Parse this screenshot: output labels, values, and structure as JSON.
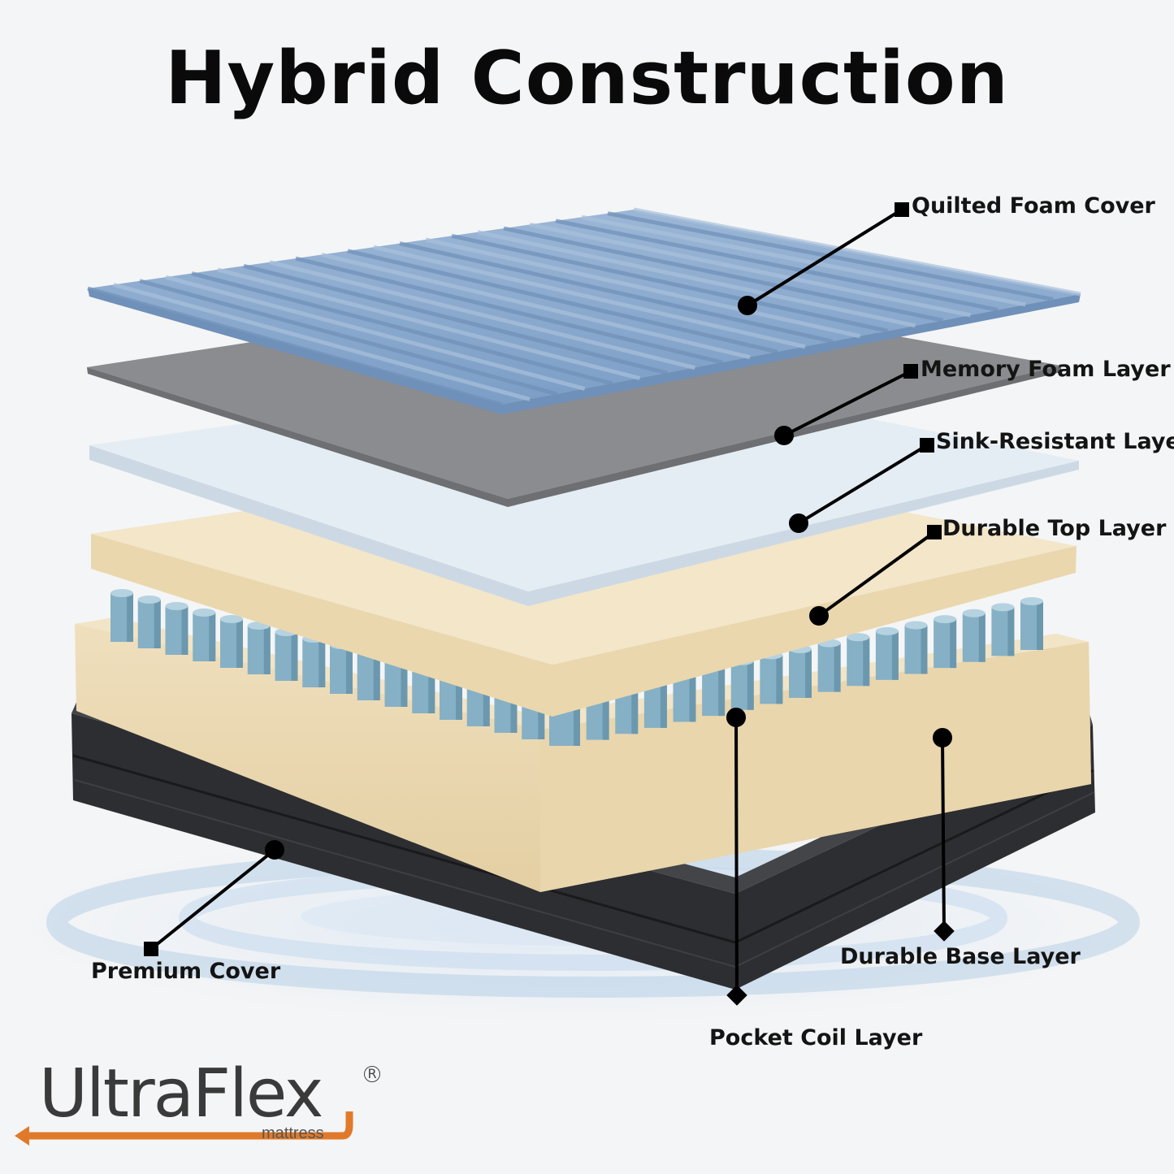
{
  "title": "Hybrid Construction",
  "labels": {
    "quilted_foam_cover": "Quilted Foam Cover",
    "memory_foam_layer": "Memory Foam Layer",
    "sink_resistant_layer": "Sink-Resistant Layer",
    "durable_top_layer": "Durable Top Layer",
    "premium_cover": "Premium Cover",
    "durable_base_layer": "Durable Base Layer",
    "pocket_coil_layer": "Pocket Coil Layer"
  },
  "brand": {
    "name": "UltraFlex",
    "sub": "mattress",
    "registered": "R"
  },
  "colors": {
    "quilted": "#8aa9cc",
    "memory": "#8a8b8d",
    "sink": "#dfe9f1",
    "foam": "#ecdcb6",
    "coil": "#86b0c5",
    "base": "#2f3033",
    "accent": "#e07a2a"
  }
}
